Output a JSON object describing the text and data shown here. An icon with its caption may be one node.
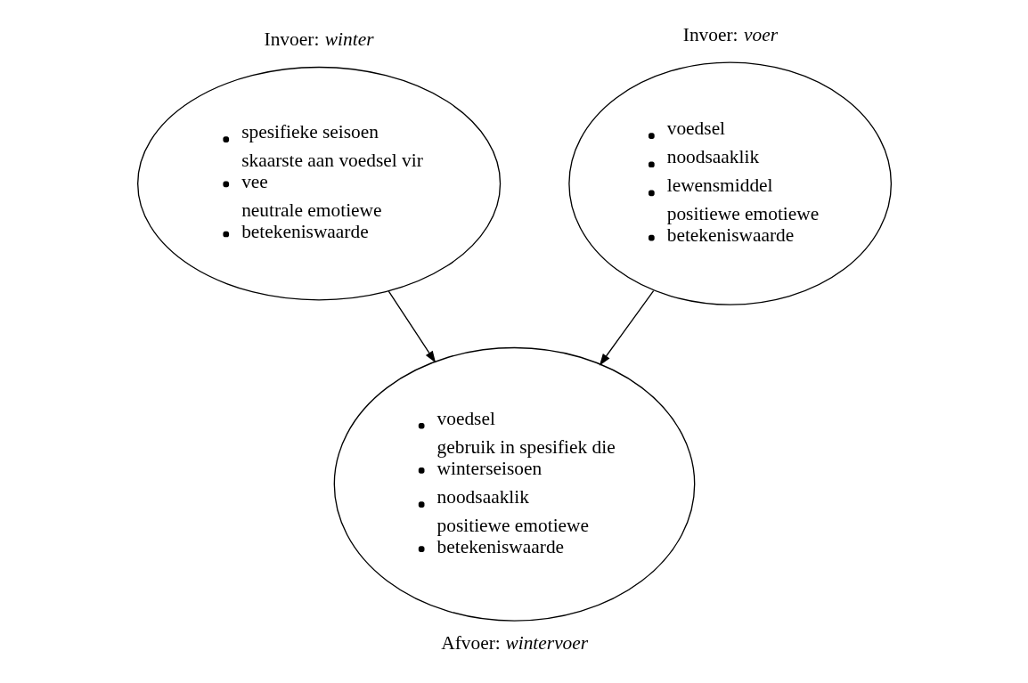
{
  "diagram": {
    "nodes": [
      {
        "text": [
          "Invoer: *winter*",
          "spesifieke seisoen",
          "skaarste aan voedsel vir vee",
          "neutrale emotiewe betekeniswaarde"
        ]
      },
      {
        "text": [
          "Invoer: *voer*",
          "voedsel",
          "noodsaaklik",
          "lewensmiddel",
          "positiewe emotiewe betekeniswaarde"
        ]
      },
      {
        "text": [
          "Afvoer: *wintervoer*",
          "voedsel",
          "gebruik in spesifiek die winterseisoen",
          "noodsaaklik",
          "positiewe emotiewe betekeniswaarde"
        ]
      }
    ],
    "edges": [
      {
        "from": 0,
        "to": 2,
        "arrow": "to"
      },
      {
        "from": 1,
        "to": 2,
        "arrow": "to"
      }
    ]
  }
}
